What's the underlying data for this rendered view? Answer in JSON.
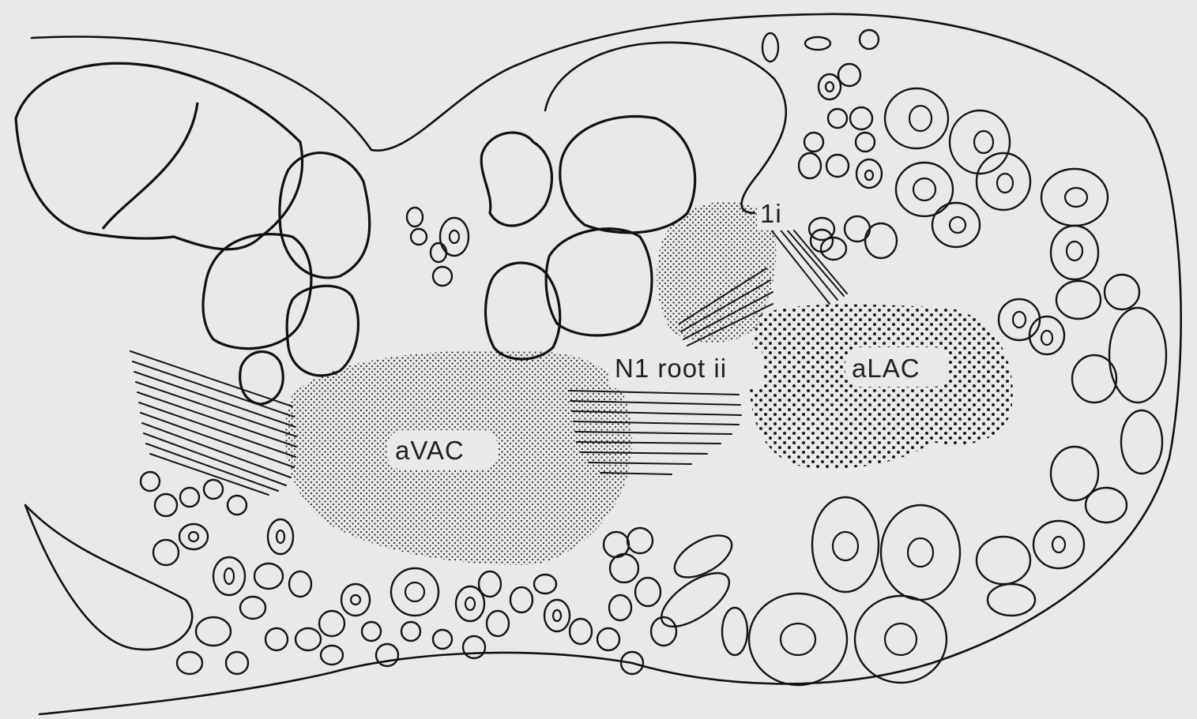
{
  "labels": {
    "avac": "aVAC",
    "alac": "aLAC",
    "n1_root": "N1 root ii",
    "one_i": "1i"
  },
  "colors": {
    "background": "#e9e9e7",
    "ink": "#111111"
  }
}
